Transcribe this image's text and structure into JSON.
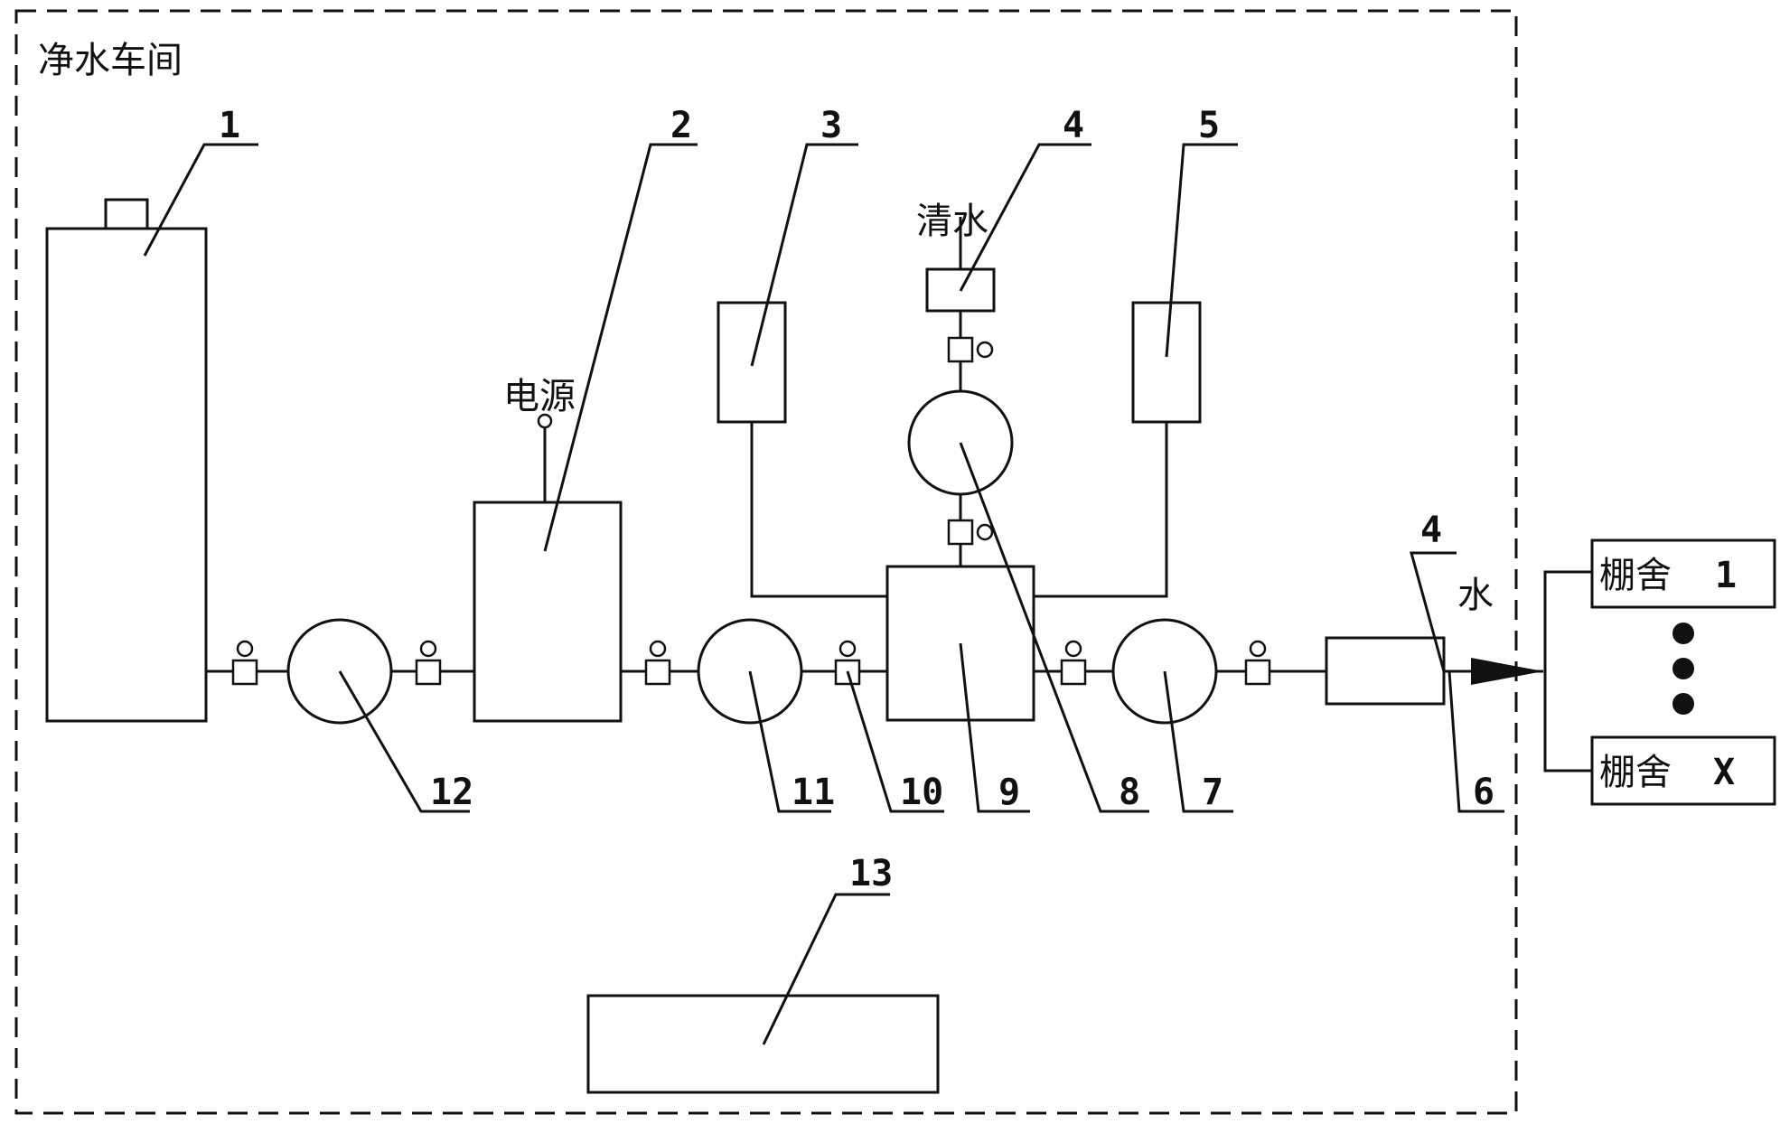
{
  "workshop_label": "净水车间",
  "power_label": "电源",
  "clean_water_label": "清水",
  "water_label": "水",
  "barns": [
    {
      "name": "棚舍",
      "id": "1"
    },
    {
      "name": "棚舍",
      "id": "X"
    }
  ],
  "callouts": {
    "n1": "1",
    "n2": "2",
    "n3": "3",
    "n4_top": "4",
    "n4_right": "4",
    "n5": "5",
    "n6": "6",
    "n7": "7",
    "n8": "8",
    "n9": "9",
    "n10": "10",
    "n11": "11",
    "n12": "12",
    "n13": "13"
  }
}
